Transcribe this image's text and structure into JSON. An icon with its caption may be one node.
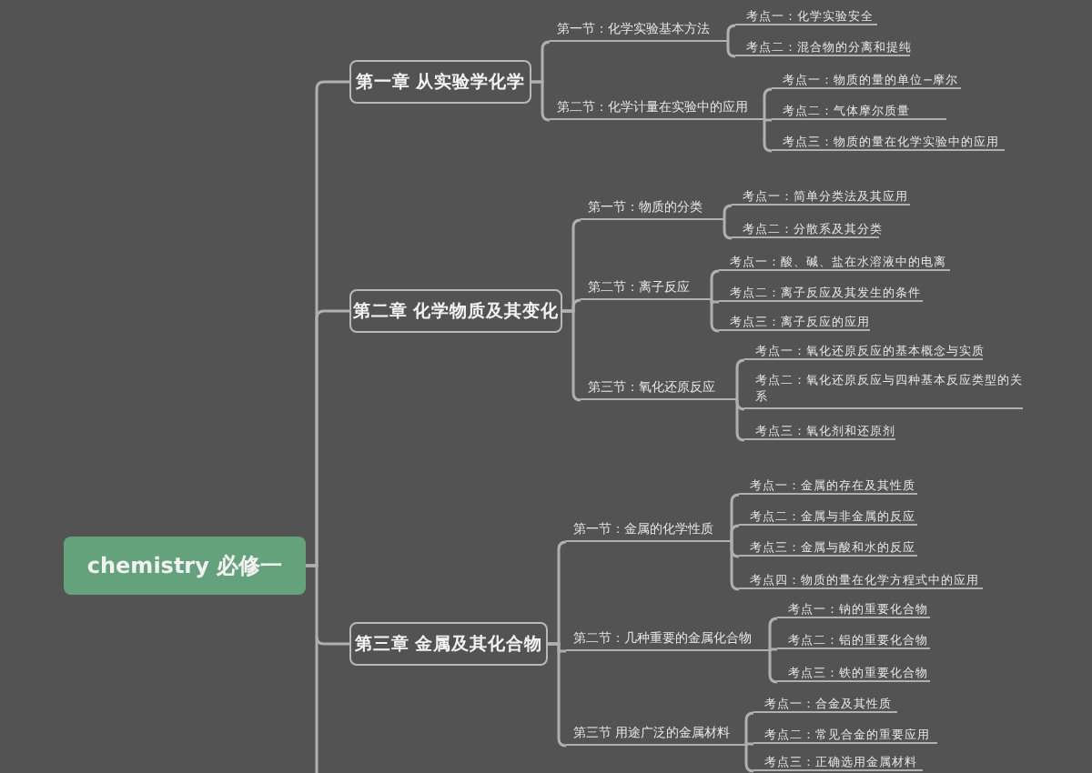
{
  "diagram": {
    "nodes": [
      {
        "text": [
          "chemistry 必修一"
        ]
      },
      {
        "text": [
          "第一章 从实验学化学"
        ]
      },
      {
        "text": [
          "第一节：化学实验基本方法"
        ]
      },
      {
        "text": [
          "考点一：化学实验安全"
        ]
      },
      {
        "text": [
          "考点二：混合物的分离和提纯"
        ]
      },
      {
        "text": [
          "第二节：化学计量在实验中的应用"
        ]
      },
      {
        "text": [
          "考点一：物质的量的单位−摩尔"
        ]
      },
      {
        "text": [
          "考点二：气体摩尔质量"
        ]
      },
      {
        "text": [
          "考点三：物质的量在化学实验中的应用"
        ]
      },
      {
        "text": [
          "第二章 化学物质及其变化"
        ]
      },
      {
        "text": [
          "第一节：物质的分类"
        ]
      },
      {
        "text": [
          "考点一：简单分类法及其应用"
        ]
      },
      {
        "text": [
          "考点二：分散系及其分类"
        ]
      },
      {
        "text": [
          "第二节：离子反应"
        ]
      },
      {
        "text": [
          "考点一：酸、碱、盐在水溶液中的电离"
        ]
      },
      {
        "text": [
          "考点二：离子反应及其发生的条件"
        ]
      },
      {
        "text": [
          "考点三：离子反应的应用"
        ]
      },
      {
        "text": [
          "第三节：氧化还原反应"
        ]
      },
      {
        "text": [
          "考点一：氧化还原反应的基本概念与实质"
        ]
      },
      {
        "text": [
          "考点二：氧化还原反应与四种基本反应类型的关系"
        ]
      },
      {
        "text": [
          "考点三：氧化剂和还原剂"
        ]
      },
      {
        "text": [
          "第三章 金属及其化合物"
        ]
      },
      {
        "text": [
          "第一节：金属的化学性质"
        ]
      },
      {
        "text": [
          "考点一：金属的存在及其性质"
        ]
      },
      {
        "text": [
          "考点二：金属与非金属的反应"
        ]
      },
      {
        "text": [
          "考点三：金属与酸和水的反应"
        ]
      },
      {
        "text": [
          "考点四：物质的量在化学方程式中的应用"
        ]
      },
      {
        "text": [
          "第二节：几种重要的金属化合物"
        ]
      },
      {
        "text": [
          "考点一：钠的重要化合物"
        ]
      },
      {
        "text": [
          "考点二：铝的重要化合物"
        ]
      },
      {
        "text": [
          "考点三：铁的重要化合物"
        ]
      },
      {
        "text": [
          "第三节 用途广泛的金属材料"
        ]
      },
      {
        "text": [
          "考点一：合金及其性质"
        ]
      },
      {
        "text": [
          "考点二：常见合金的重要应用"
        ]
      },
      {
        "text": [
          "考点三：正确选用金属材料"
        ]
      }
    ],
    "edges": [
      {
        "from": 0,
        "to": 1,
        "arrow": "none"
      },
      {
        "from": 1,
        "to": 2,
        "arrow": "none"
      },
      {
        "from": 2,
        "to": 3,
        "arrow": "none"
      },
      {
        "from": 2,
        "to": 4,
        "arrow": "none"
      },
      {
        "from": 1,
        "to": 5,
        "arrow": "none"
      },
      {
        "from": 5,
        "to": 6,
        "arrow": "none"
      },
      {
        "from": 5,
        "to": 7,
        "arrow": "none"
      },
      {
        "from": 5,
        "to": 8,
        "arrow": "none"
      },
      {
        "from": 0,
        "to": 9,
        "arrow": "none"
      },
      {
        "from": 9,
        "to": 10,
        "arrow": "none"
      },
      {
        "from": 10,
        "to": 11,
        "arrow": "none"
      },
      {
        "from": 10,
        "to": 12,
        "arrow": "none"
      },
      {
        "from": 9,
        "to": 13,
        "arrow": "none"
      },
      {
        "from": 13,
        "to": 14,
        "arrow": "none"
      },
      {
        "from": 13,
        "to": 15,
        "arrow": "none"
      },
      {
        "from": 13,
        "to": 16,
        "arrow": "none"
      },
      {
        "from": 9,
        "to": 17,
        "arrow": "none"
      },
      {
        "from": 17,
        "to": 18,
        "arrow": "none"
      },
      {
        "from": 17,
        "to": 19,
        "arrow": "none"
      },
      {
        "from": 17,
        "to": 20,
        "arrow": "none"
      },
      {
        "from": 0,
        "to": 21,
        "arrow": "none"
      },
      {
        "from": 21,
        "to": 22,
        "arrow": "none"
      },
      {
        "from": 22,
        "to": 23,
        "arrow": "none"
      },
      {
        "from": 22,
        "to": 24,
        "arrow": "none"
      },
      {
        "from": 22,
        "to": 25,
        "arrow": "none"
      },
      {
        "from": 22,
        "to": 26,
        "arrow": "none"
      },
      {
        "from": 21,
        "to": 27,
        "arrow": "none"
      },
      {
        "from": 27,
        "to": 28,
        "arrow": "none"
      },
      {
        "from": 27,
        "to": 29,
        "arrow": "none"
      },
      {
        "from": 27,
        "to": 30,
        "arrow": "none"
      },
      {
        "from": 21,
        "to": 31,
        "arrow": "none"
      },
      {
        "from": 31,
        "to": 32,
        "arrow": "none"
      },
      {
        "from": 31,
        "to": 33,
        "arrow": "none"
      },
      {
        "from": 31,
        "to": 34,
        "arrow": "none"
      }
    ]
  }
}
